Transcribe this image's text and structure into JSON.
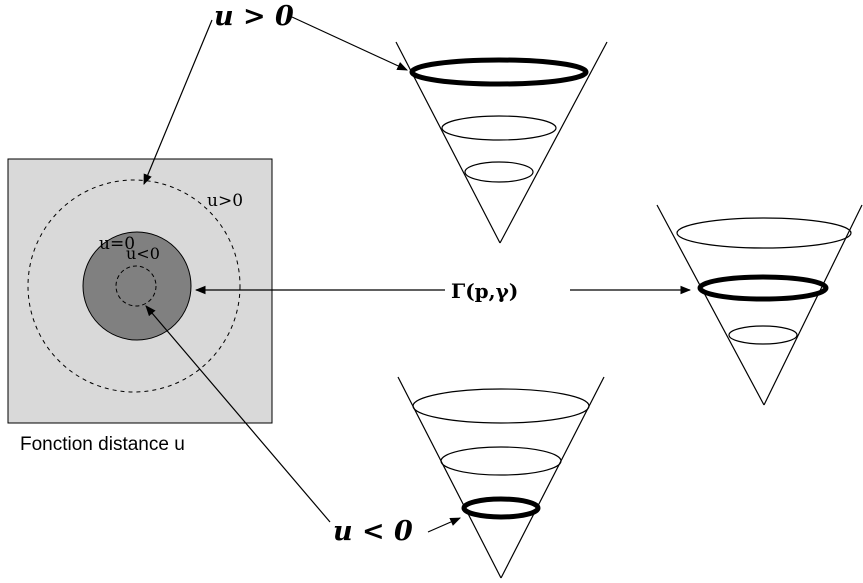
{
  "labels": {
    "u_pos_top": "u > 0",
    "u_pos_inside": "u>0",
    "u_zero": "u=0",
    "u_neg_inside": "u<0",
    "gamma": "Γ(p,γ)",
    "u_neg_bottom": "u < 0",
    "caption": "Fonction distance u"
  },
  "colors": {
    "square_fill": "#d9d9d9",
    "disk_fill": "#808080",
    "stroke": "#000000",
    "background": "#ffffff"
  }
}
